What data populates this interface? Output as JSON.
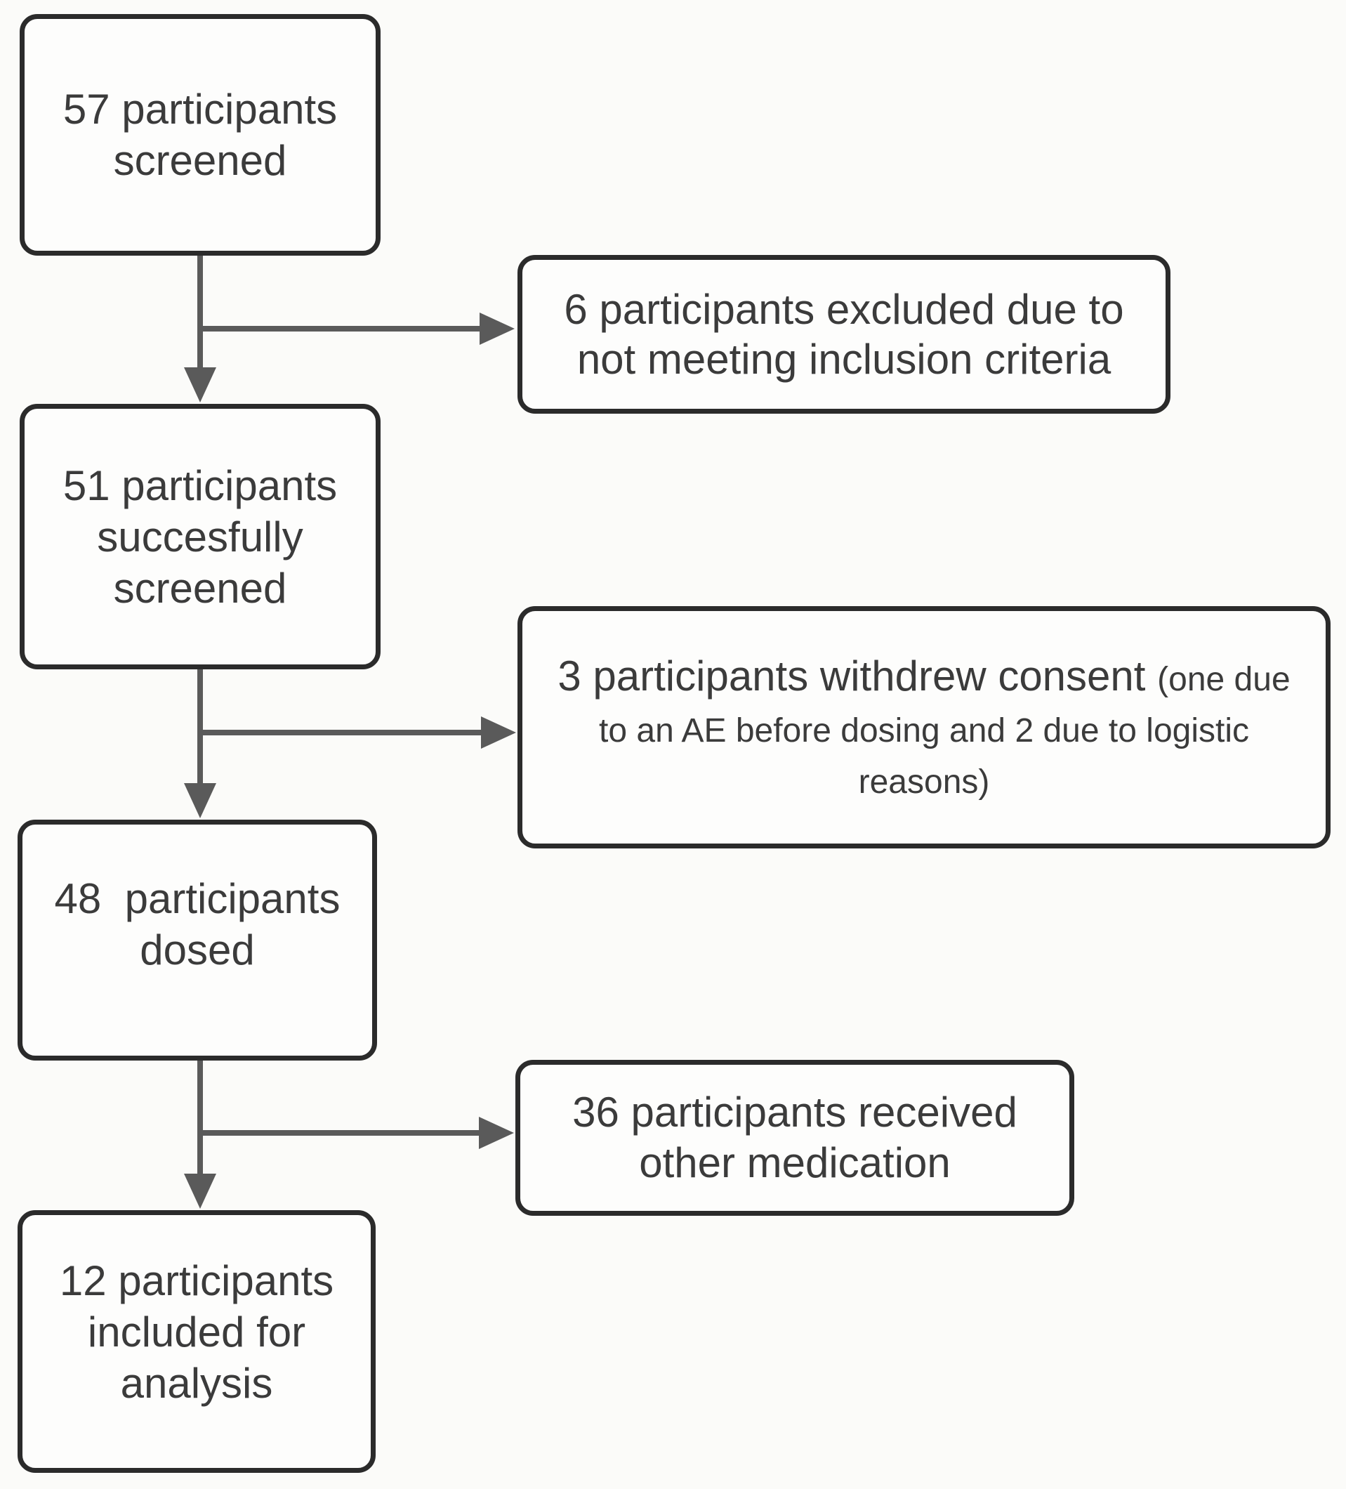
{
  "flowchart": {
    "type": "participant-flow-diagram",
    "colors": {
      "background": "#fbfbf9",
      "box_fill": "#fdfdfc",
      "box_border": "#2b2b2b",
      "connector": "#5a5a5a",
      "text": "#3b3b3b"
    },
    "nodes": {
      "screened": {
        "label": "57 participants screened"
      },
      "successfully_screened": {
        "label": "51 participants succesfully screened"
      },
      "dosed": {
        "label": "48  participants dosed"
      },
      "included_for_analysis": {
        "label": "12 participants included for analysis"
      },
      "excluded": {
        "label": "6 participants excluded due to not meeting inclusion criteria"
      },
      "withdrew": {
        "label_main": "3 participants withdrew consent ",
        "label_detail": "(one due to an AE before dosing and 2 due to logistic reasons)"
      },
      "other_medication": {
        "label": "36 participants received other medication"
      }
    },
    "edges": [
      {
        "from": "screened",
        "to": "successfully_screened"
      },
      {
        "from": "screened",
        "to": "excluded"
      },
      {
        "from": "successfully_screened",
        "to": "dosed"
      },
      {
        "from": "successfully_screened",
        "to": "withdrew"
      },
      {
        "from": "dosed",
        "to": "included_for_analysis"
      },
      {
        "from": "dosed",
        "to": "other_medication"
      }
    ]
  }
}
